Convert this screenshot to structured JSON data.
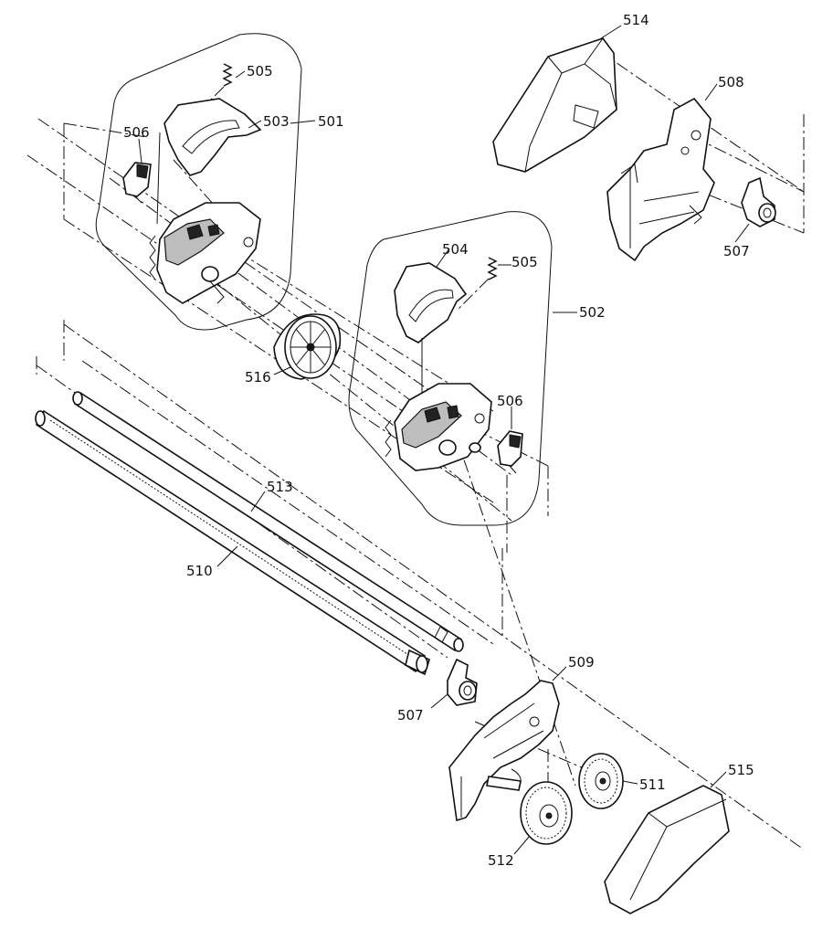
{
  "labels": {
    "p514": "514",
    "p508": "508",
    "p507_top": "507",
    "p505_top": "505",
    "p503": "503",
    "p501": "501",
    "p506_left": "506",
    "p504": "504",
    "p505_mid": "505",
    "p502": "502",
    "p516": "516",
    "p506_right": "506",
    "p513": "513",
    "p510": "510",
    "p509": "509",
    "p507_bottom": "507",
    "p511": "511",
    "p515": "515",
    "p512": "512"
  }
}
